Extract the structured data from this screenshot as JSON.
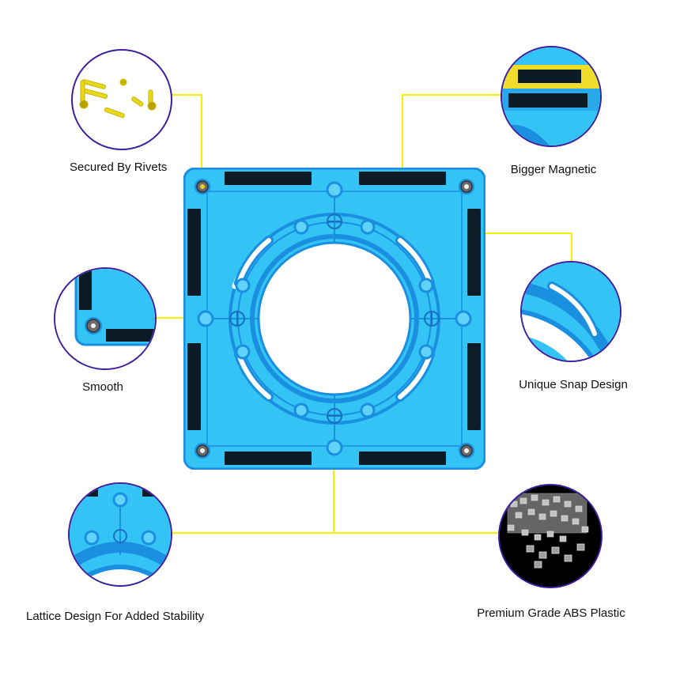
{
  "features": [
    {
      "id": "rivets",
      "label": "Secured By Rivets"
    },
    {
      "id": "magnetic",
      "label": "Bigger Magnetic"
    },
    {
      "id": "smooth",
      "label": "Smooth"
    },
    {
      "id": "snap",
      "label": "Unique Snap Design"
    },
    {
      "id": "lattice",
      "label": "Lattice Design For Added Stability"
    },
    {
      "id": "abs",
      "label": "Premium Grade ABS Plastic"
    }
  ],
  "colors": {
    "tile_blue": "#33c3f5",
    "tile_edge": "#1a8fe0",
    "magnet": "#0d1b26",
    "callout_line": "#f5f000",
    "bubble_border": "#3d1f9e",
    "rivet_gold": "#e6d21a"
  }
}
